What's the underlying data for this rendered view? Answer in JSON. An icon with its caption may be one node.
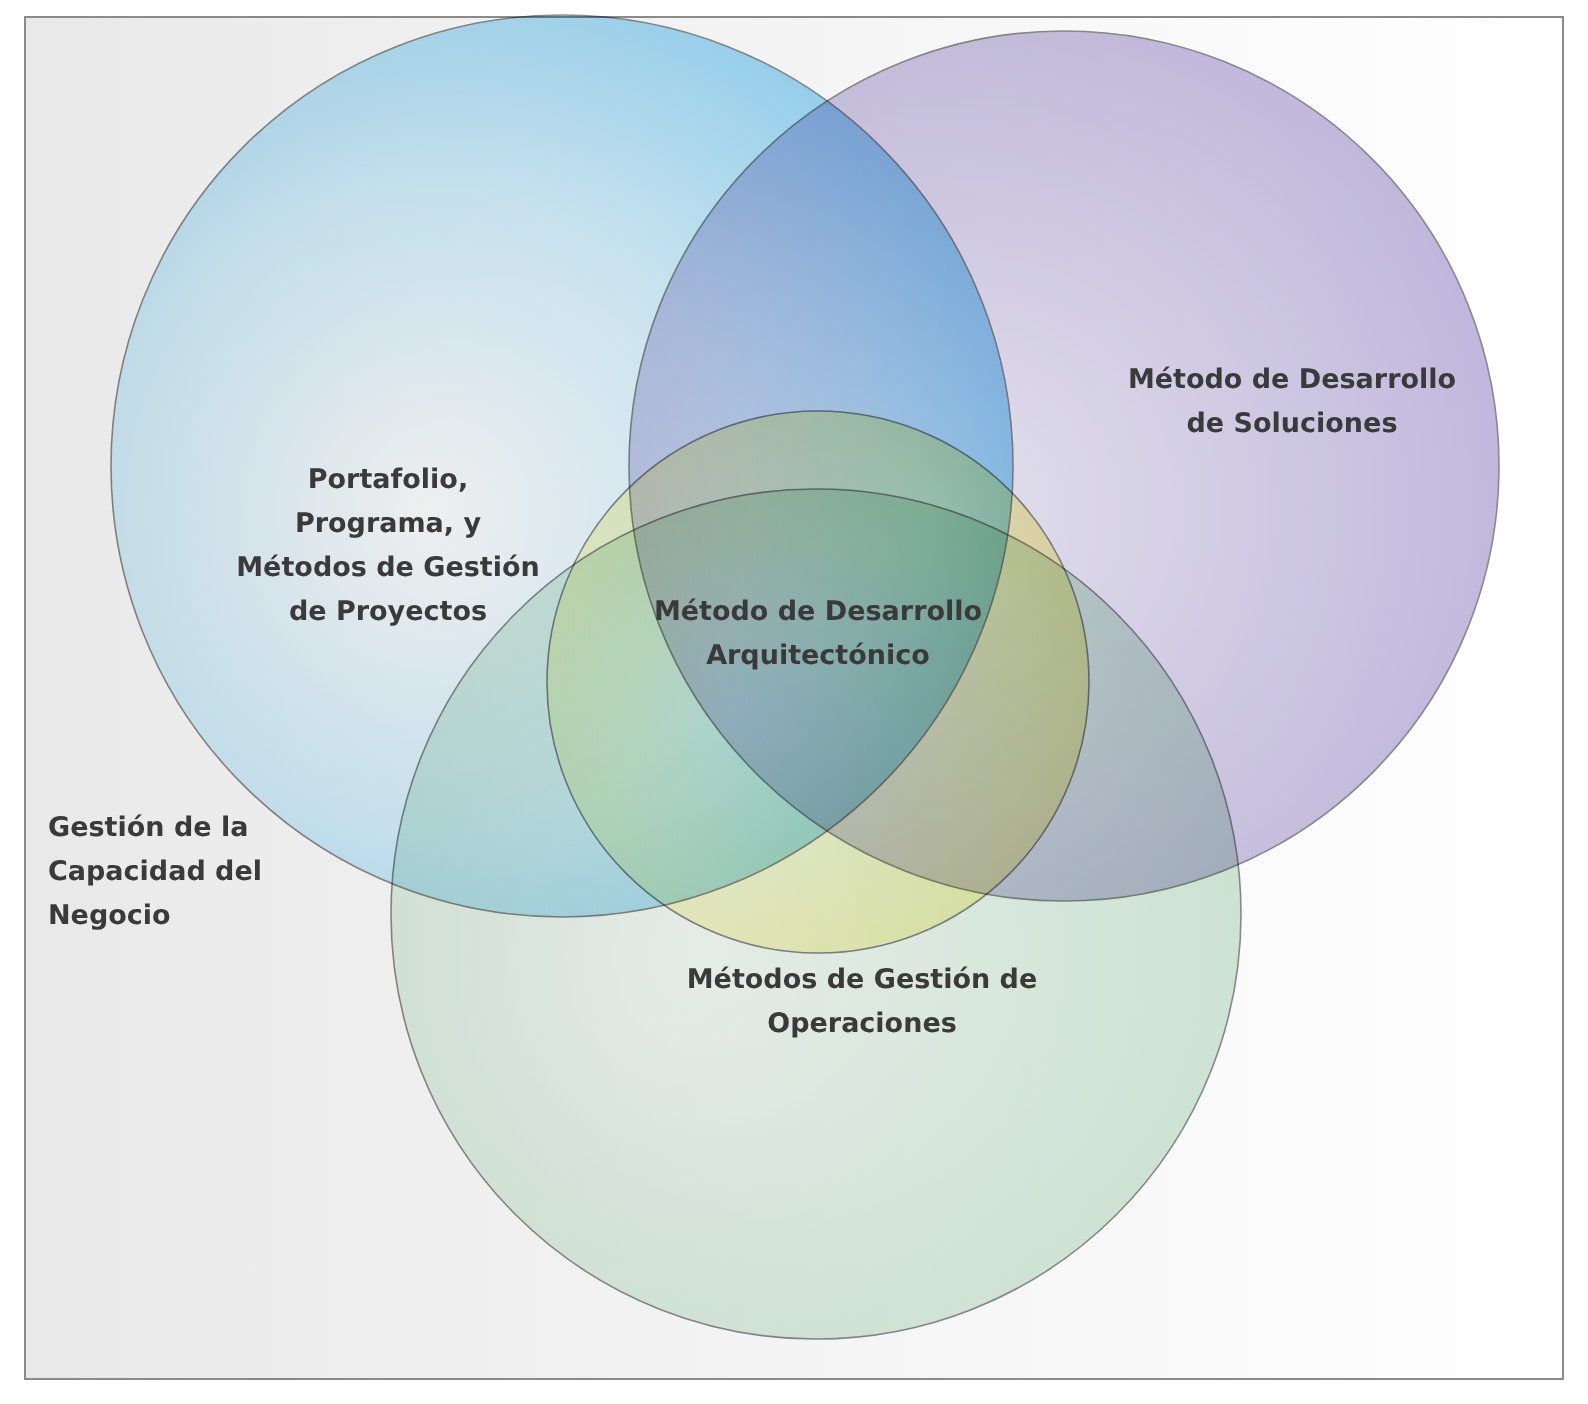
{
  "diagram": {
    "nodes": [
      {
        "text": [
          "Gestión de la Capacidad del Negocio"
        ]
      },
      {
        "text": [
          "Portafolio, Programa, y Métodos de Gestión de Proyectos"
        ],
        "in": 0
      },
      {
        "text": [
          "Método de Desarrollo de Soluciones"
        ],
        "in": 0
      },
      {
        "text": [
          "Métodos de Gestión de Operaciones"
        ],
        "in": 0
      },
      {
        "text": [
          "Método de Desarrollo Arquitectónico"
        ],
        "in": 0
      }
    ]
  }
}
